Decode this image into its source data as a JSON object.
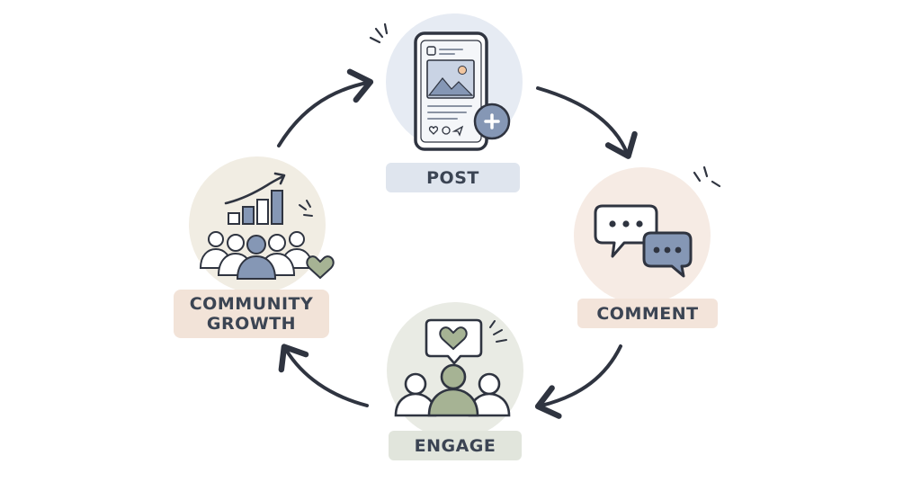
{
  "diagram": {
    "type": "cycle",
    "nodes": [
      {
        "id": "post",
        "label": "POST",
        "icon": "smartphone-post-icon"
      },
      {
        "id": "comment",
        "label": "COMMENT",
        "icon": "chat-bubbles-icon"
      },
      {
        "id": "engage",
        "label": "ENGAGE",
        "icon": "audience-heart-icon"
      },
      {
        "id": "growth",
        "label_line1": "COMMUNITY",
        "label_line2": "GROWTH",
        "icon": "growth-chart-community-icon"
      }
    ],
    "edges": [
      {
        "from": "post",
        "to": "comment"
      },
      {
        "from": "comment",
        "to": "engage"
      },
      {
        "from": "engage",
        "to": "growth"
      },
      {
        "from": "growth",
        "to": "post"
      }
    ],
    "colors": {
      "post_bg": "#e6ebf3",
      "comment_bg": "#f6ebe4",
      "engage_bg": "#e9ebe4",
      "growth_bg": "#f1ede3",
      "post_label_bg": "#dfe5ee",
      "comment_label_bg": "#f3e4da",
      "engage_label_bg": "#e1e5dc",
      "growth_label_bg": "#f2e3d8",
      "accent_blue": "#8597b5",
      "accent_green": "#a6b394",
      "ink": "#2f3440"
    }
  }
}
